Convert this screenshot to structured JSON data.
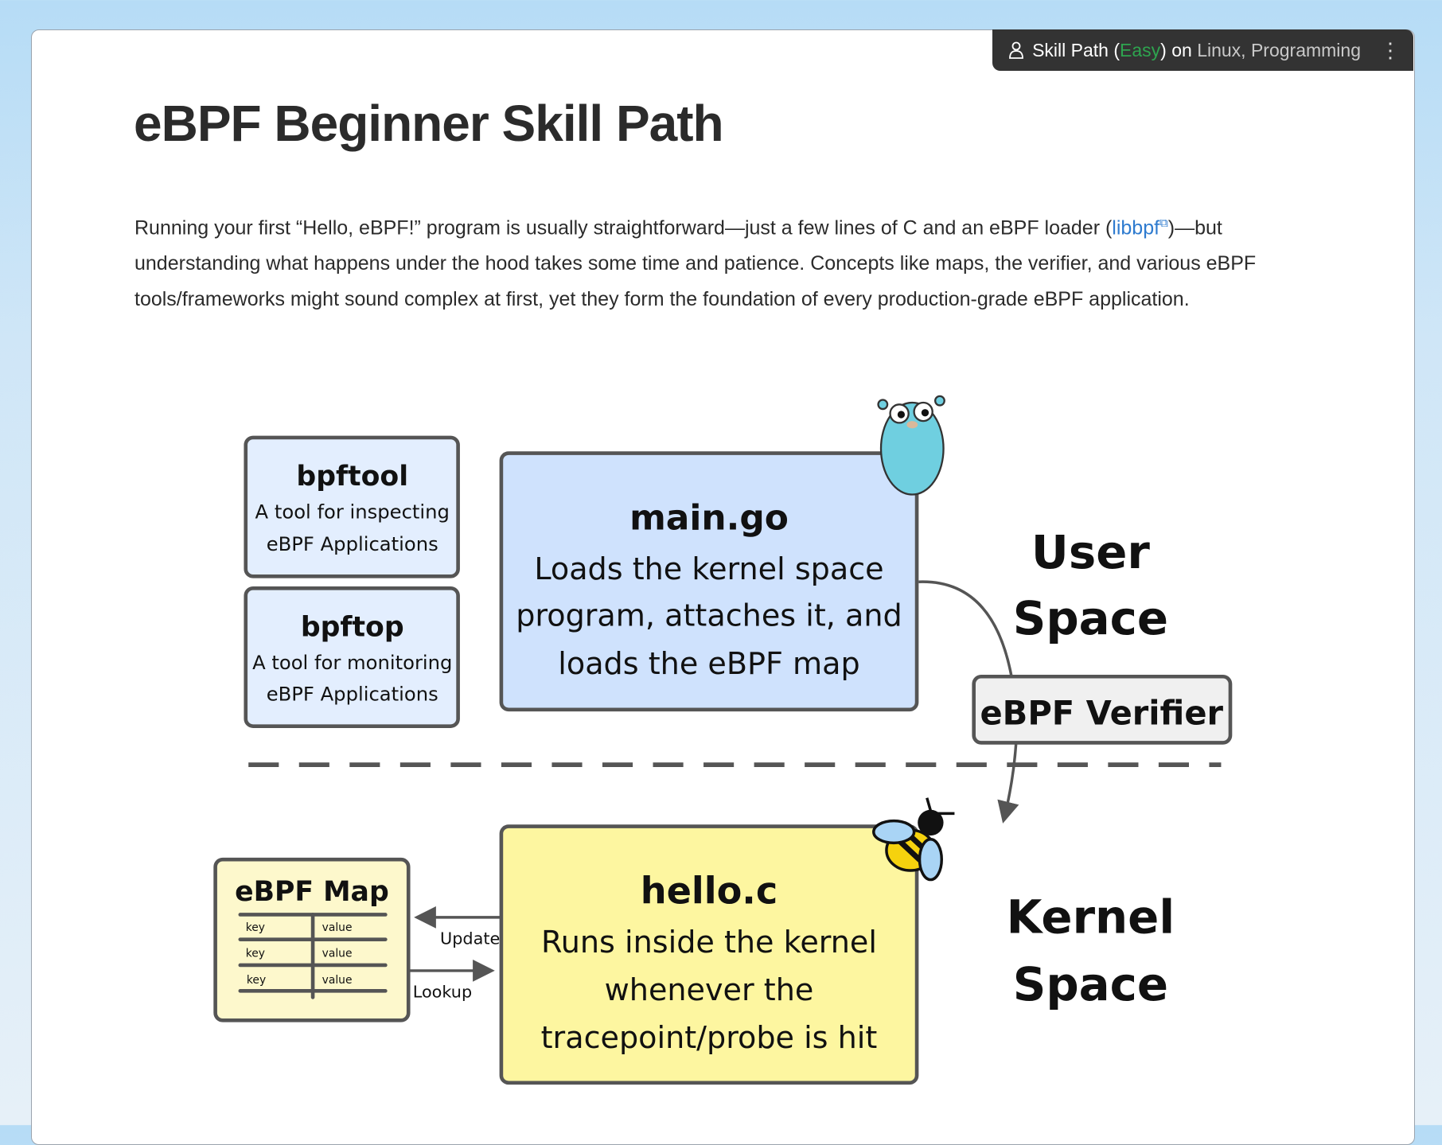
{
  "tag": {
    "prefix": "Skill Path (",
    "difficulty": "Easy",
    "middle": ") on ",
    "topics": "Linux, Programming",
    "icon": "user-icon",
    "menu_icon": "more-vertical-icon"
  },
  "title": "eBPF Beginner Skill Path",
  "intro": {
    "part1": "Running your first “Hello, eBPF!” program is usually straightforward—just a few lines of C and an eBPF loader (",
    "link": "libbpf",
    "part2": ")—but understanding what happens under the hood takes some time and patience. Concepts like maps, the verifier, and various eBPF tools/frameworks might sound complex at first, yet they form the foundation of every production-grade eBPF application."
  },
  "diagram": {
    "bpftool": {
      "title": "bpftool",
      "line1": "A tool for inspecting",
      "line2": "eBPF Applications"
    },
    "bpftop": {
      "title": "bpftop",
      "line1": "A tool for monitoring",
      "line2": "eBPF Applications"
    },
    "main": {
      "title": "main.go",
      "line1": "Loads the kernel space",
      "line2": "program, attaches it, and",
      "line3": "loads the eBPF map"
    },
    "user_space": {
      "line1": "User",
      "line2": "Space"
    },
    "verifier": "eBPF Verifier",
    "kernel_space": {
      "line1": "Kernel",
      "line2": "Space"
    },
    "hello": {
      "title": "hello.c",
      "line1": "Runs inside the kernel",
      "line2": "whenever the",
      "line3": "tracepoint/probe is hit"
    },
    "map": {
      "title": "eBPF Map",
      "rows": [
        {
          "key": "key",
          "value": "value"
        },
        {
          "key": "key",
          "value": "value"
        },
        {
          "key": "key",
          "value": "value"
        }
      ]
    },
    "update": "Update",
    "lookup": "Lookup"
  }
}
